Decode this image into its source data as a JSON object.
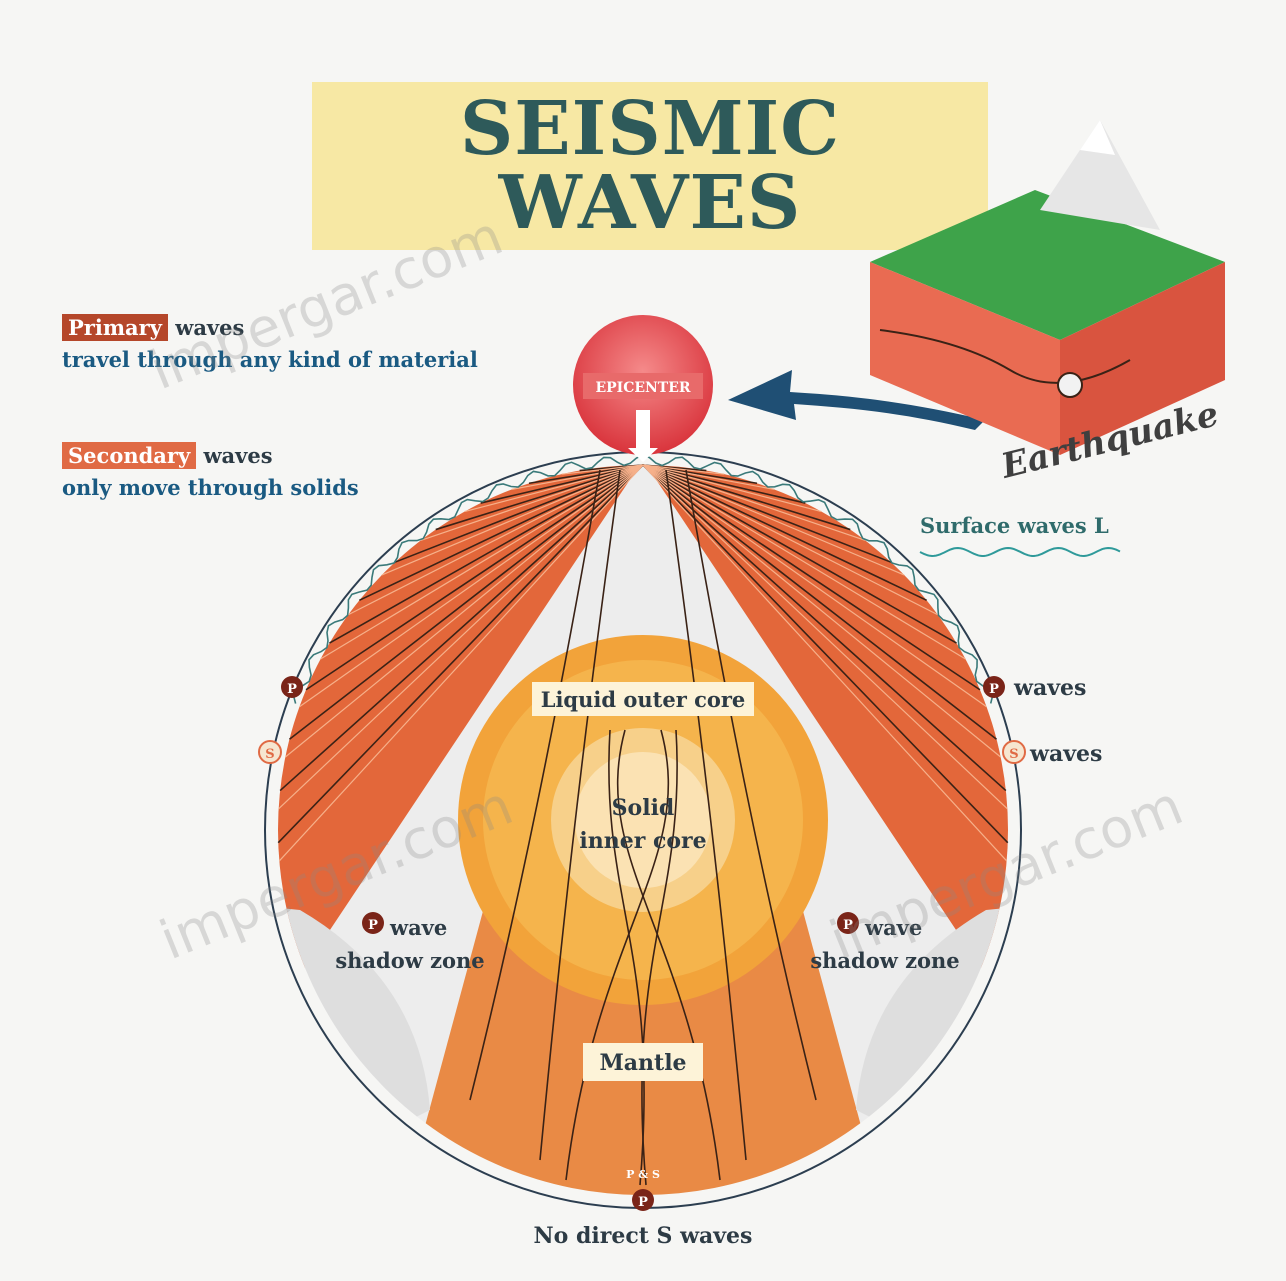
{
  "title": "SEISMIC WAVES",
  "legend": {
    "primary": {
      "chip": "Primary",
      "word": "waves",
      "desc": "travel through any kind of material"
    },
    "secondary": {
      "chip": "Secondary",
      "word": "waves",
      "desc": "only move through solids"
    }
  },
  "labels": {
    "epicenter": "EPICENTER",
    "earthquake": "Earthquake",
    "surface_waves": "Surface waves L",
    "p_waves": "waves",
    "s_waves": "waves",
    "p_marker": "P",
    "s_marker": "S",
    "liquid_outer_core": "Liquid outer core",
    "solid_inner_core_1": "Solid",
    "solid_inner_core_2": "inner core",
    "shadow_left_1": "wave",
    "shadow_left_2": "shadow zone",
    "shadow_right_1": "wave",
    "shadow_right_2": "shadow zone",
    "mantle": "Mantle",
    "bottom_small": "P & S",
    "no_direct_s": "No direct S waves"
  },
  "watermark": "impergar.com",
  "colors": {
    "primary_chip": "#b5472a",
    "secondary_chip": "#e06a44",
    "title_bg": "#f7e8a4",
    "title_text": "#2e5a5a",
    "mantle_outer": "#e3673a",
    "outer_core": "#f2a33a",
    "inner_core": "#f7d08a",
    "shadow_zone": "#dedede",
    "arrow": "#1f4f74"
  }
}
